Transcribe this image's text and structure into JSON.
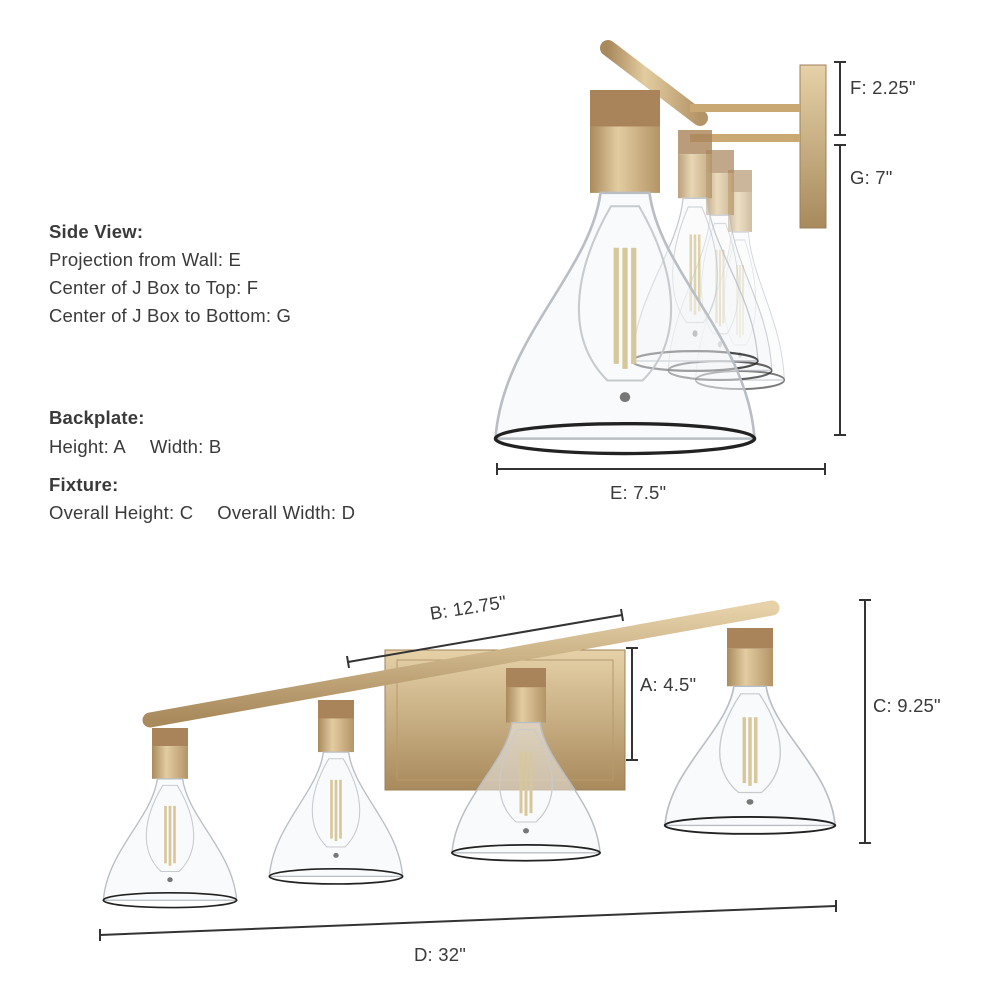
{
  "legend": {
    "side_view_title": "Side View:",
    "projection": "Projection from Wall: E",
    "jbox_top": "Center of J Box to Top: F",
    "jbox_bottom": "Center of J Box to Bottom: G",
    "backplate_title": "Backplate:",
    "backplate_height": "Height: A",
    "backplate_width": "Width: B",
    "fixture_title": "Fixture:",
    "fixture_height": "Overall Height: C",
    "fixture_width": "Overall Width: D"
  },
  "dimensions": {
    "A": "A: 4.5\"",
    "B": "B: 12.75\"",
    "C": "C: 9.25\"",
    "D": "D: 32\"",
    "E": "E: 7.5\"",
    "F": "F: 2.25\"",
    "G": "G: 7\""
  },
  "colors": {
    "gold": "#c9a874",
    "dimension_line": "#333333",
    "text": "#3a3a3a"
  }
}
